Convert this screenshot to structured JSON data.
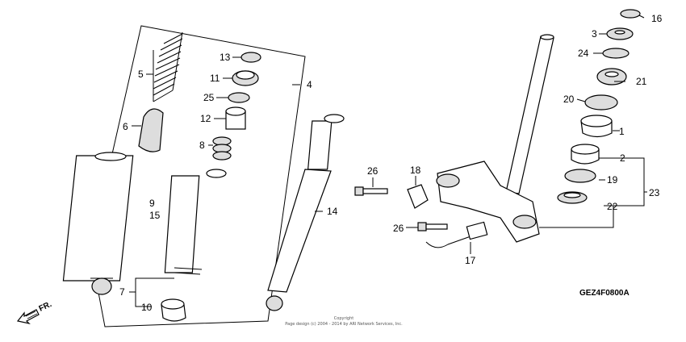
{
  "diagram_code": "GEZ4F0800A",
  "copyright": [
    "Copyright",
    "Page design (c) 2004 - 2014 by ARI Network Services, Inc."
  ],
  "direction_label": "FR.",
  "callouts": [
    "1",
    "2",
    "3",
    "4",
    "5",
    "6",
    "7",
    "8",
    "9",
    "10",
    "11",
    "12",
    "13",
    "14",
    "15",
    "16",
    "17",
    "18",
    "19",
    "20",
    "21",
    "22",
    "23",
    "24",
    "25",
    "26",
    "26"
  ]
}
